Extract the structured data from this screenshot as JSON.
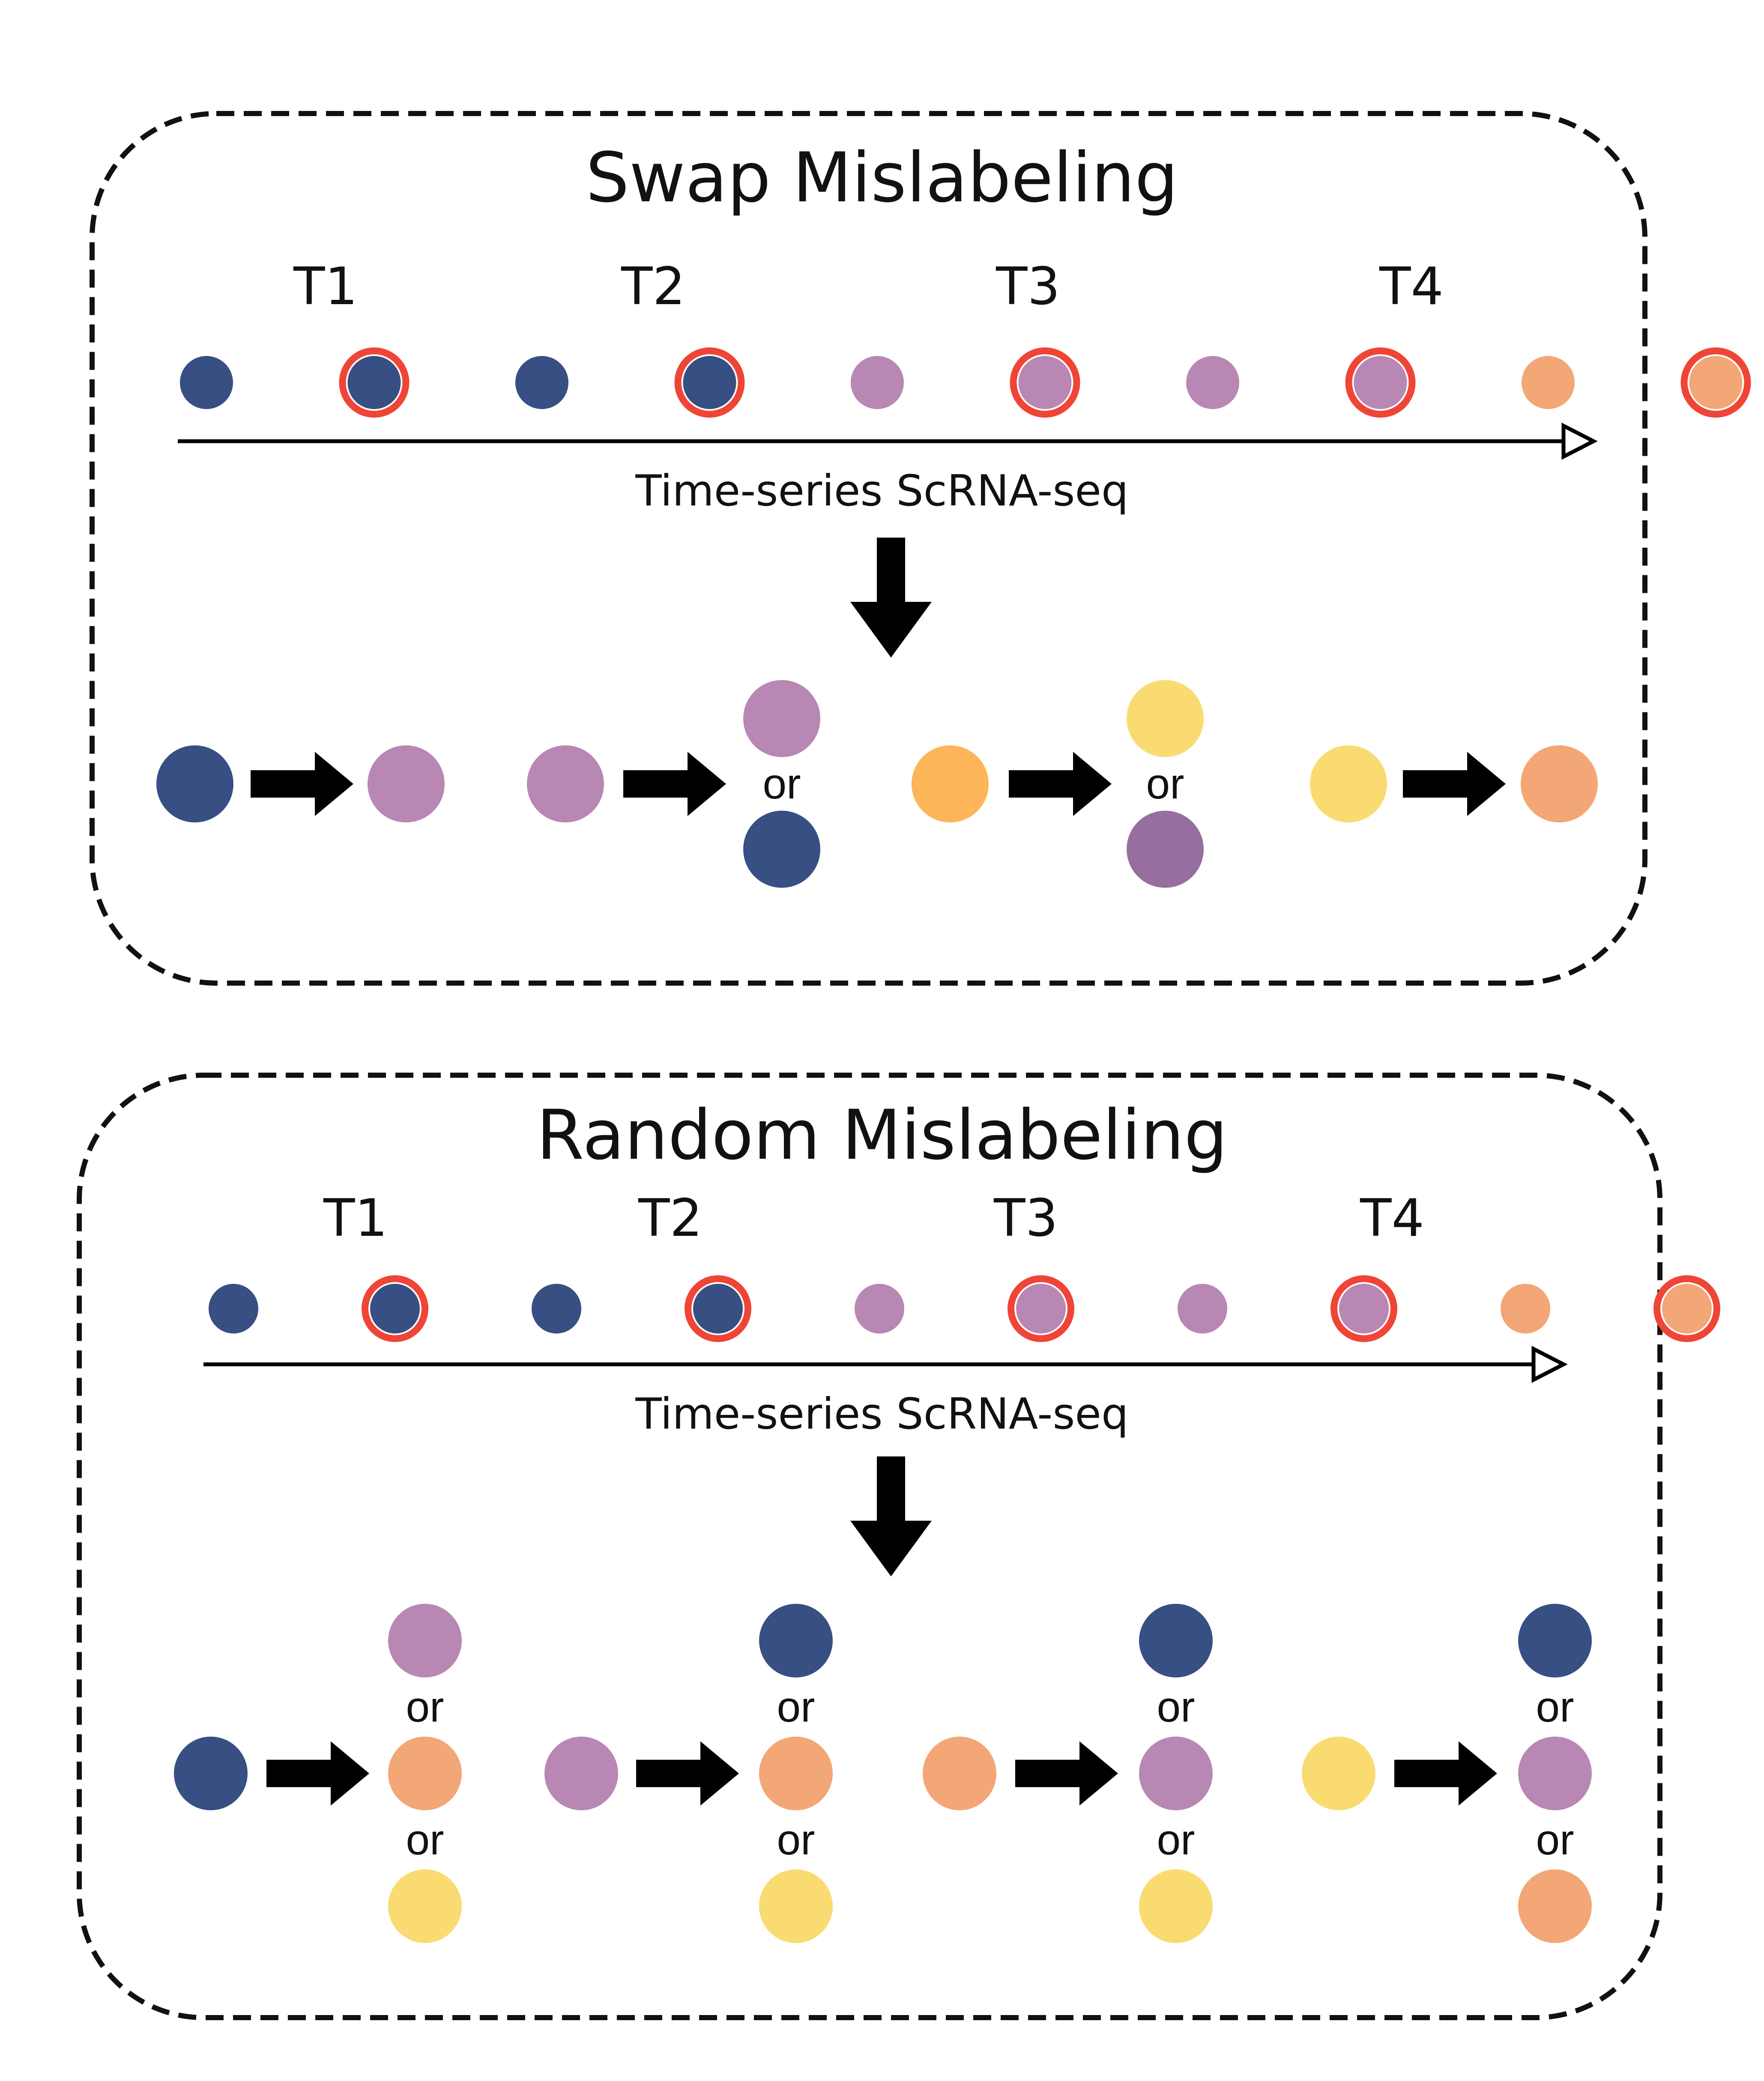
{
  "colors": {
    "navy": "#374f82",
    "purple": "#b987b3",
    "salmon": "#f3a676",
    "yellow": "#fadb71",
    "orange": "#fdb55a",
    "deep_purple": "#966f9e",
    "highlight_ring": "#ef4536",
    "frame": "#111111"
  },
  "panels": [
    {
      "title": "Swap Mislabeling",
      "time_labels": [
        "T1",
        "T2",
        "T3",
        "T4"
      ],
      "axis_caption": "Time-series ScRNA-seq",
      "cells": [
        {
          "color": "navy",
          "mislabeled": false
        },
        {
          "color": "navy",
          "mislabeled": true
        },
        {
          "color": "navy",
          "mislabeled": false
        },
        {
          "color": "navy",
          "mislabeled": true
        },
        {
          "color": "purple",
          "mislabeled": false
        },
        {
          "color": "purple",
          "mislabeled": true
        },
        {
          "color": "purple",
          "mislabeled": false
        },
        {
          "color": "purple",
          "mislabeled": true
        },
        {
          "color": "salmon",
          "mislabeled": false
        },
        {
          "color": "salmon",
          "mislabeled": true
        },
        {
          "color": "salmon",
          "mislabeled": false
        },
        {
          "color": "salmon",
          "mislabeled": true
        },
        {
          "color": "salmon",
          "mislabeled": false
        },
        {
          "color": "yellow",
          "mislabeled": true
        },
        {
          "color": "yellow",
          "mislabeled": false
        },
        {
          "color": "yellow",
          "mislabeled": true
        },
        {
          "color": "yellow",
          "mislabeled": false
        }
      ],
      "connector_word": "or",
      "transitions": [
        {
          "from": "navy",
          "to": [
            "purple"
          ]
        },
        {
          "from": "purple",
          "to": [
            "purple",
            "navy"
          ]
        },
        {
          "from": "orange",
          "to": [
            "yellow",
            "deep_purple"
          ]
        },
        {
          "from": "yellow",
          "to": [
            "salmon"
          ]
        }
      ]
    },
    {
      "title": "Random Mislabeling",
      "time_labels": [
        "T1",
        "T2",
        "T3",
        "T4"
      ],
      "axis_caption": "Time-series ScRNA-seq",
      "cells": [
        {
          "color": "navy",
          "mislabeled": false
        },
        {
          "color": "navy",
          "mislabeled": true
        },
        {
          "color": "navy",
          "mislabeled": false
        },
        {
          "color": "navy",
          "mislabeled": true
        },
        {
          "color": "purple",
          "mislabeled": false
        },
        {
          "color": "purple",
          "mislabeled": true
        },
        {
          "color": "purple",
          "mislabeled": false
        },
        {
          "color": "purple",
          "mislabeled": true
        },
        {
          "color": "salmon",
          "mislabeled": false
        },
        {
          "color": "salmon",
          "mislabeled": true
        },
        {
          "color": "salmon",
          "mislabeled": false
        },
        {
          "color": "salmon",
          "mislabeled": true
        },
        {
          "color": "salmon",
          "mislabeled": false
        },
        {
          "color": "yellow",
          "mislabeled": true
        },
        {
          "color": "yellow",
          "mislabeled": false
        },
        {
          "color": "yellow",
          "mislabeled": true
        },
        {
          "color": "yellow",
          "mislabeled": false
        }
      ],
      "connector_word": "or",
      "transitions": [
        {
          "from": "navy",
          "to": [
            "purple",
            "salmon",
            "yellow"
          ]
        },
        {
          "from": "purple",
          "to": [
            "navy",
            "salmon",
            "yellow"
          ]
        },
        {
          "from": "salmon",
          "to": [
            "navy",
            "purple",
            "yellow"
          ]
        },
        {
          "from": "yellow",
          "to": [
            "navy",
            "purple",
            "salmon"
          ]
        }
      ]
    }
  ]
}
